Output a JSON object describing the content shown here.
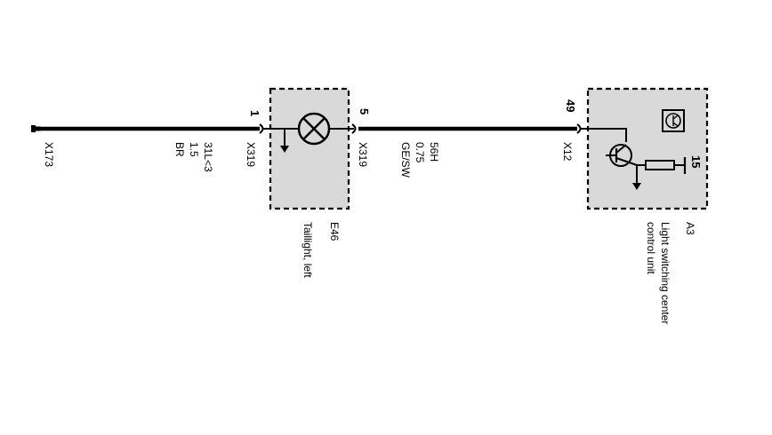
{
  "diagram": {
    "ground_connector": "X173",
    "wire_left": {
      "code": "31L<3",
      "size": "1.5",
      "color": "BR"
    },
    "wire_right": {
      "code": "56H",
      "size": "0.75",
      "color": "GE/SW"
    },
    "taillight": {
      "id": "E46",
      "name": "Taillight, left",
      "connector_in": "X319",
      "connector_out": "X319",
      "pin_in": "1",
      "pin_out": "5"
    },
    "control_unit": {
      "id": "A3",
      "name_line1": "Light switching center",
      "name_line2": "control unit",
      "connector": "X12",
      "pin": "49",
      "internal_pin": "15"
    },
    "colors": {
      "box_fill": "#d9d9d9",
      "line": "#000000"
    }
  }
}
